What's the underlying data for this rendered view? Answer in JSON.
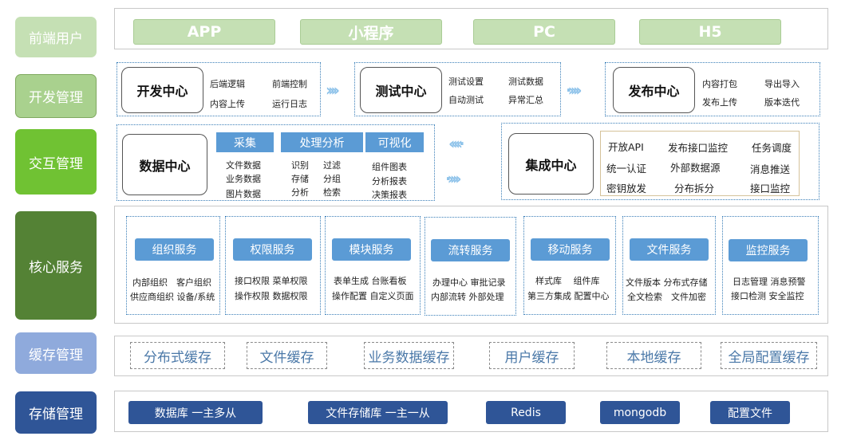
{
  "rows": {
    "frontend": "前端用户",
    "dev": "开发管理",
    "interact": "交互管理",
    "core": "核心服务",
    "cache": "缓存管理",
    "storage": "存储管理"
  },
  "colors": {
    "frontend": "#c5e0b4",
    "dev": "#a9d18e",
    "interact": "#70c233",
    "core": "#548235",
    "cache": "#8faadc",
    "storage": "#2f5597",
    "tag": "#5b9bd5"
  },
  "frontend": [
    "APP",
    "小程序",
    "PC",
    "H5"
  ],
  "dev": {
    "develop": {
      "title": "开发中心",
      "items": [
        "后端逻辑",
        "前端控制",
        "内容上传",
        "运行日志"
      ]
    },
    "test": {
      "title": "测试中心",
      "items": [
        "测试设置",
        "测试数据",
        "自动测试",
        "异常汇总"
      ]
    },
    "publish": {
      "title": "发布中心",
      "items": [
        "内容打包",
        "导出导入",
        "发布上传",
        "版本迭代"
      ]
    }
  },
  "data_center": {
    "title": "数据中心",
    "collect": {
      "label": "采集",
      "items": [
        "文件数据",
        "业务数据",
        "图片数据"
      ]
    },
    "process": {
      "label": "处理分析",
      "col1": [
        "识别",
        "存储",
        "分析"
      ],
      "col2": [
        "过滤",
        "分组",
        "检索"
      ]
    },
    "visual": {
      "label": "可视化",
      "items": [
        "组件图表",
        "分析报表",
        "决策报表"
      ]
    }
  },
  "integration": {
    "title": "集成中心",
    "items": [
      "开放API",
      "发布接口监控",
      "任务调度",
      "统一认证",
      "外部数据源",
      "消息推送",
      "密钥放发",
      "分布拆分",
      "接口监控"
    ]
  },
  "services": [
    {
      "name": "组织服务",
      "lines": [
        "内部组织　客户组织",
        "供应商组织 设备/系统"
      ]
    },
    {
      "name": "权限服务",
      "lines": [
        "接口权限 菜单权限",
        "操作权限 数据权限"
      ]
    },
    {
      "name": "模块服务",
      "lines": [
        "表单生成 台账看板",
        "操作配置 自定义页面"
      ]
    },
    {
      "name": "流转服务",
      "lines": [
        "办理中心 审批记录",
        "内部流转 外部处理"
      ]
    },
    {
      "name": "移动服务",
      "lines": [
        "样式库　 组件库",
        "第三方集成 配置中心"
      ]
    },
    {
      "name": "文件服务",
      "lines": [
        "文件版本 分布式存储",
        "全文检索　文件加密"
      ]
    },
    {
      "name": "监控服务",
      "lines": [
        "日志管理 消息预警",
        "接口检测 安全监控"
      ]
    }
  ],
  "caches": [
    "分布式缓存",
    "文件缓存",
    "业务数据缓存",
    "用户缓存",
    "本地缓存",
    "全局配置缓存"
  ],
  "storage": [
    "数据库 一主多从",
    "文件存储库 一主一从",
    "Redis",
    "mongodb",
    "配置文件"
  ]
}
